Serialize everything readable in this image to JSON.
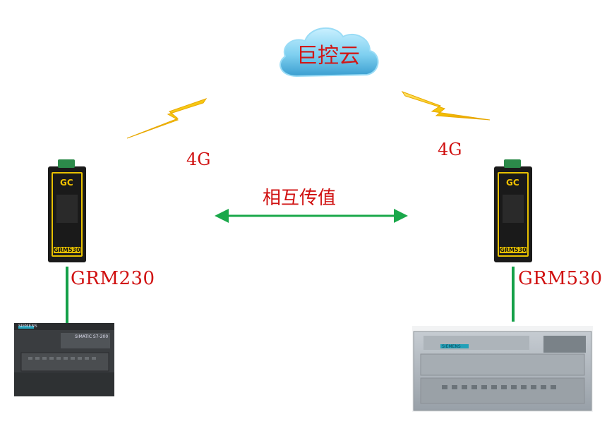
{
  "cloud": {
    "label": "巨控云"
  },
  "links": {
    "left_signal": "4G",
    "right_signal": "4G",
    "center_label": "相互传值"
  },
  "devices": {
    "left_model": "GRM230",
    "right_model": "GRM530",
    "module_brand": "GC",
    "module_plate": "GRM530",
    "plc_brand": "SIEMENS",
    "plc_series": "SIMATIC S7-200"
  },
  "colors": {
    "text_red": "#d01010",
    "arrow_green": "#1aa84a",
    "cloud_blue": "#7fd0f0",
    "lightning_yellow": "#f4c200"
  }
}
